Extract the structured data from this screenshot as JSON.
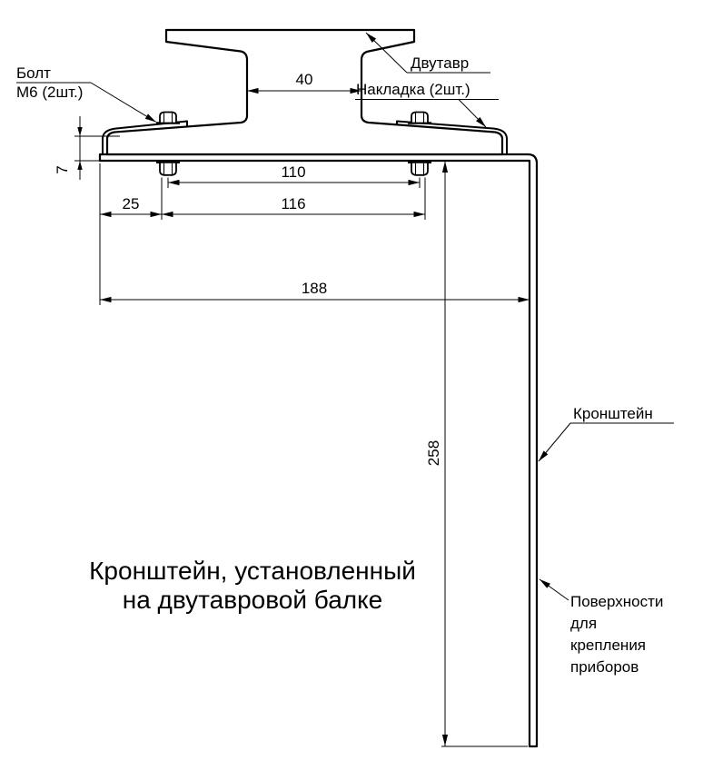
{
  "drawing": {
    "title_line1": "Кронштейн, установленный",
    "title_line2": "на двутавровой балке",
    "callouts": {
      "bolt_line1": "Болт",
      "bolt_line2": "М6 (2шт.)",
      "beam": "Двутавр",
      "overlay_plate": "Накладка (2шт.)",
      "bracket": "Кронштейн",
      "surfaces_line1": "Поверхности",
      "surfaces_line2": "для",
      "surfaces_line3": "крепления",
      "surfaces_line4": "приборов"
    },
    "dimensions": {
      "flange_gap": "40",
      "bolt_spacing": "110",
      "overlay_span": "116",
      "edge_to_bolt": "25",
      "plate_length": "188",
      "bracket_drop": "258",
      "overlay_height": "7"
    },
    "colors": {
      "ink": "#000000",
      "paper": "#ffffff"
    }
  }
}
